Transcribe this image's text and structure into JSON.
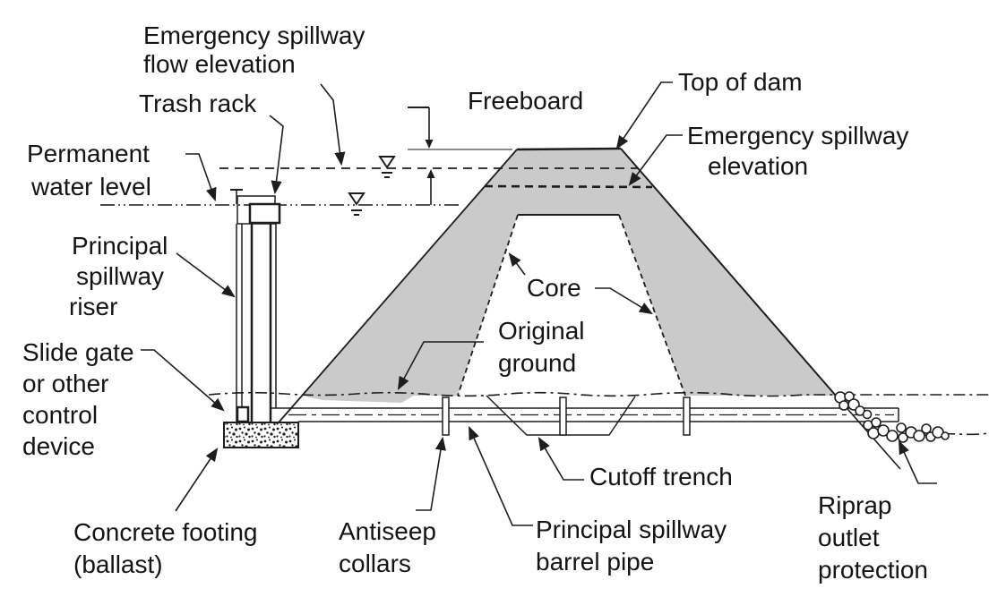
{
  "colors": {
    "background": "#ffffff",
    "line": "#1d1d1d",
    "text": "#141414",
    "embankment_fill": "#cacaca",
    "extension_line": "#8c8c8c"
  },
  "labels": {
    "emergency_spillway_flow_elevation": [
      "Emergency spillway",
      "flow elevation"
    ],
    "trash_rack": "Trash rack",
    "permanent_water_level": [
      "Permanent",
      "water level"
    ],
    "principal_spillway_riser": [
      "Principal",
      "spillway",
      "riser"
    ],
    "slide_gate": [
      "Slide gate",
      "or other",
      "control",
      "device"
    ],
    "concrete_footing": [
      "Concrete footing",
      "(ballast)"
    ],
    "antiseep_collars": [
      "Antiseep",
      "collars"
    ],
    "freeboard": "Freeboard",
    "top_of_dam": "Top of dam",
    "emergency_spillway_elevation": [
      "Emergency spillway",
      "elevation"
    ],
    "core": "Core",
    "original_ground": [
      "Original",
      "ground"
    ],
    "cutoff_trench": "Cutoff trench",
    "principal_spillway_barrel_pipe": [
      "Principal spillway",
      "barrel pipe"
    ],
    "riprap_outlet_protection": [
      "Riprap",
      "outlet",
      "protection"
    ]
  }
}
